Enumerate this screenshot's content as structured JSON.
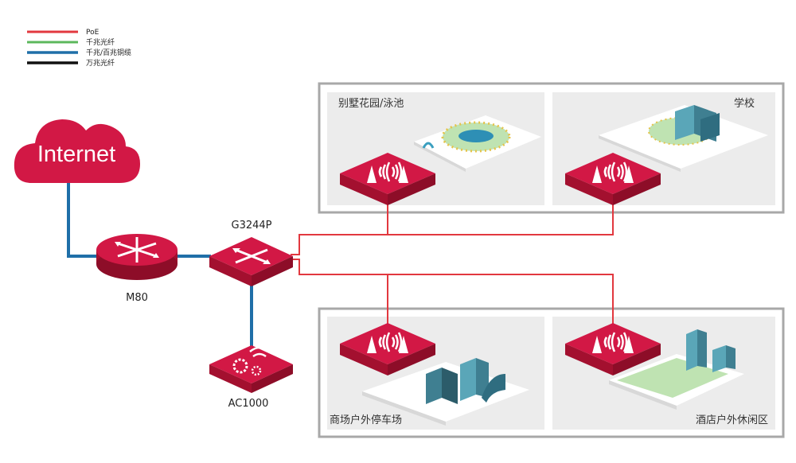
{
  "legend": [
    {
      "label": "PoE",
      "color": "#e2383f"
    },
    {
      "label": "千兆光纤",
      "color": "#5cb85c"
    },
    {
      "label": "千兆/百兆铜缆",
      "color": "#1f6fa8"
    },
    {
      "label": "万兆光纤",
      "color": "#111111"
    }
  ],
  "cloud": {
    "label": "Internet",
    "icon": "cloud-icon"
  },
  "devices": {
    "router": {
      "label": "M80",
      "icon": "router-icon"
    },
    "switch": {
      "label": "G3244P",
      "icon": "switch-icon"
    },
    "controller": {
      "label": "AC1000",
      "icon": "ac-controller-icon"
    }
  },
  "scenarios": {
    "villa": {
      "label": "别墅花园/泳池"
    },
    "school": {
      "label": "学校"
    },
    "mall": {
      "label": "商场户外停车场"
    },
    "hotel": {
      "label": "酒店户外休闲区"
    }
  },
  "colors": {
    "device_red": "#d21845",
    "device_red_dark": "#a3102f",
    "copper": "#1f6fa8",
    "poe": "#e2383f",
    "panel_bg": "#ececec",
    "panel_border": "#a8a8a8"
  }
}
